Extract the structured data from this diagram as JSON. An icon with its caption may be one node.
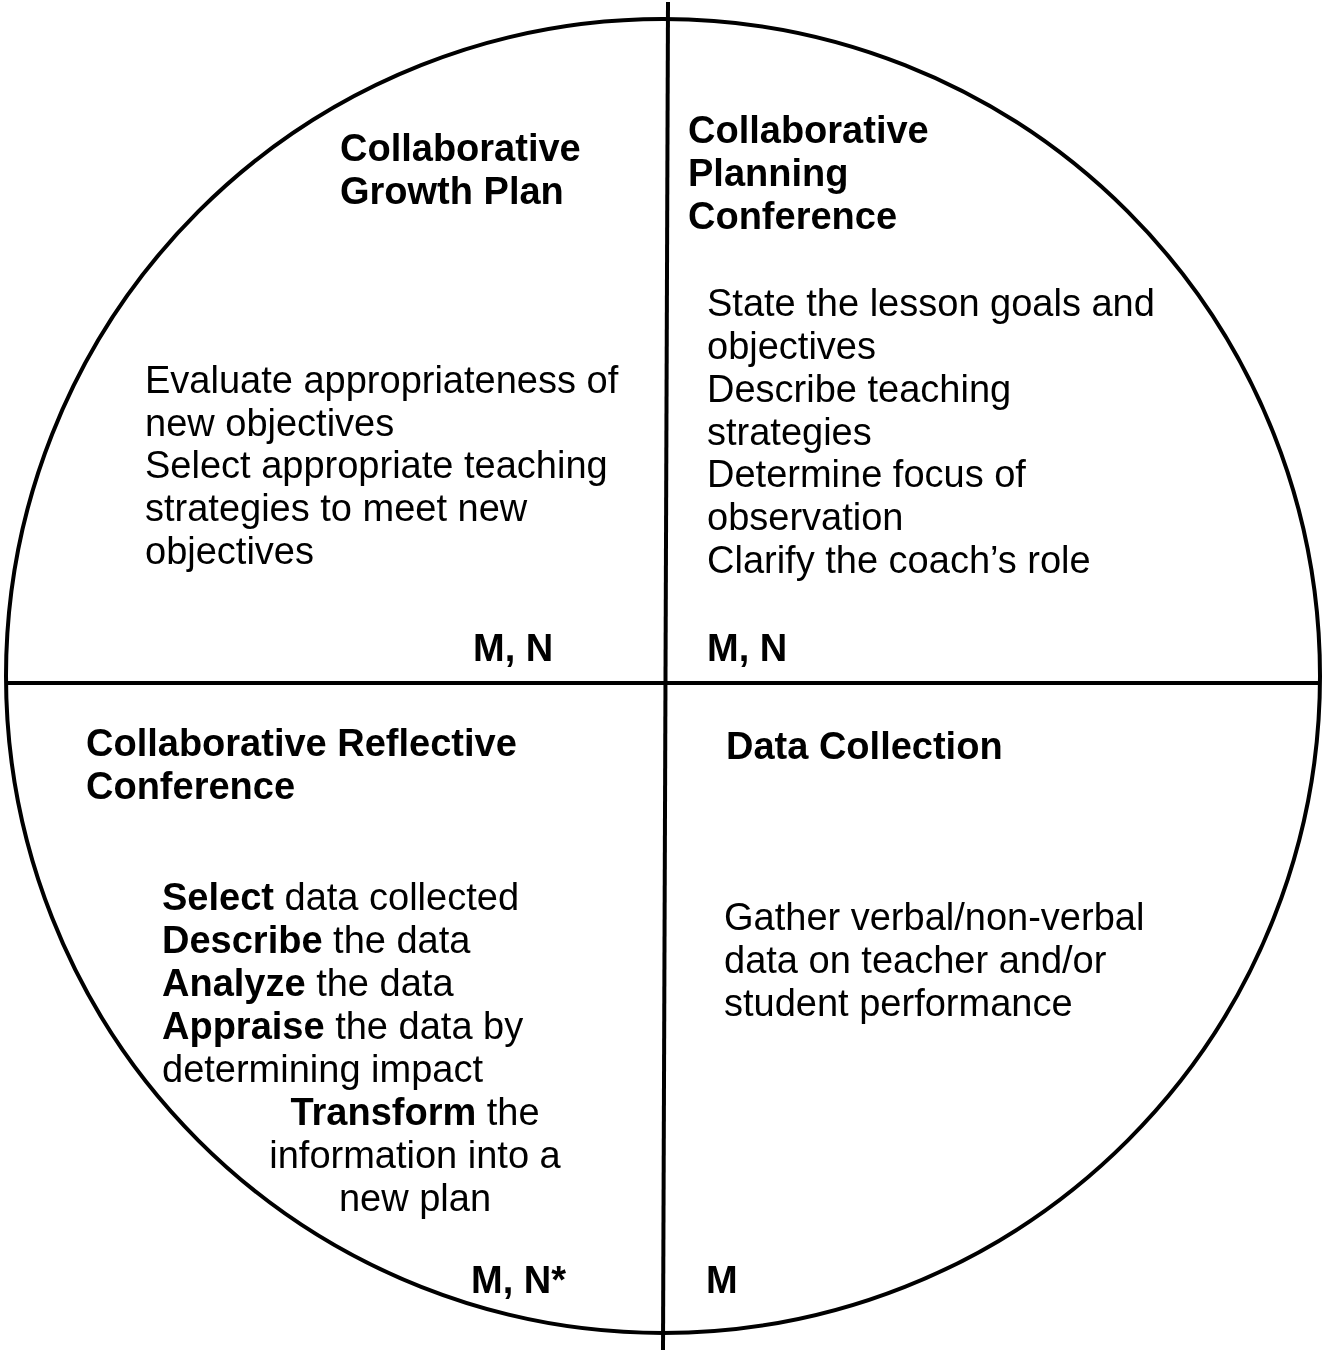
{
  "diagram": {
    "nodes": [
      {
        "text": [],
        "shape": "circle"
      },
      {
        "text": [
          "Collaborative Growth Plan",
          "Evaluate appropriateness of new objectives",
          "Select appropriate teaching strategies to meet new objectives",
          "M, N"
        ],
        "in": 0
      },
      {
        "text": [
          "Collaborative Planning Conference",
          "State the lesson goals and objectives",
          "Describe teaching strategies",
          "Determine focus of observation",
          "Clarify the coach’s role",
          "M, N"
        ],
        "in": 0
      },
      {
        "text": [
          "Collaborative Reflective Conference",
          "**Select** data collected",
          "**Describe** the data",
          "**Analyze** the data",
          "**Appraise** the data by determining impact",
          "**Transform** the information into a new plan",
          "M, N*"
        ],
        "in": 0
      },
      {
        "text": [
          "Data Collection",
          "Gather verbal/non-verbal data on teacher and/or student performance",
          "M"
        ],
        "in": 0
      }
    ]
  }
}
